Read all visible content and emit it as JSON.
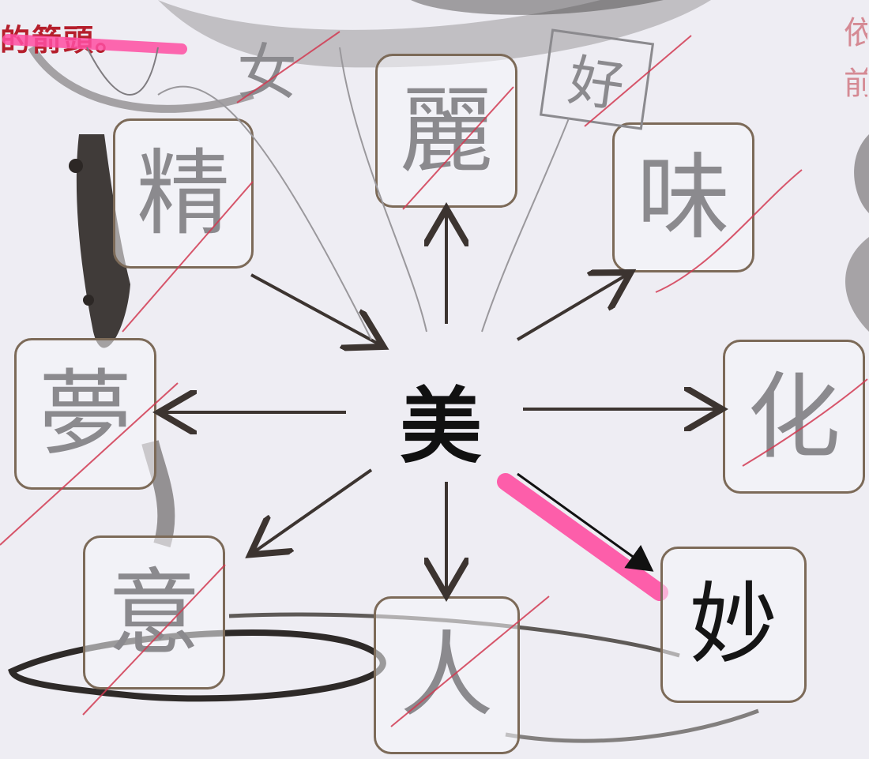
{
  "header_text": "的箭頭。",
  "top_right_text": "依前",
  "center_char": "美",
  "boxes": {
    "jing": "精",
    "li": "麗",
    "wei": "味",
    "meng": "夢",
    "hua": "化",
    "yi": "意",
    "ren": "人",
    "miao": "妙"
  },
  "pencil_notes": {
    "note_a": "女",
    "note_b": "好"
  },
  "colors": {
    "ink": "#111111",
    "pencil": "#8b8a8e",
    "red_pen": "#d23a52",
    "highlighter": "#ff4fa3",
    "box_border": "#7c6a58",
    "brush": "#3a3530"
  }
}
